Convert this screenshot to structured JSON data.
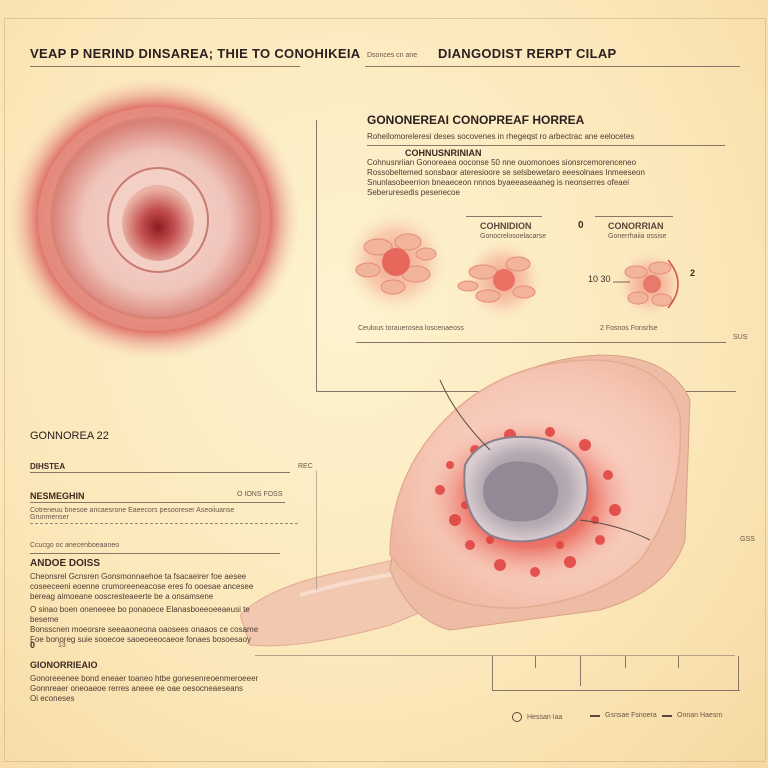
{
  "header": {
    "left_title": "VEAP P NERIND DINSAREA; THIE TO CONOHIKEIA",
    "right_small": "Dsonces cn ane",
    "right_title": "DIANGODIST RERPT CILAP"
  },
  "right_panel": {
    "title": "GONONEREAI CONOPREAF HORREA",
    "intro": "Roheilomoreleresi deses socovenes in rhegeqst ro arbectrac ane eelocetes",
    "subhead": "COHNUSNRINIAN",
    "para_lines": [
      "Cohnusnriian Gonoreaea ooconse 50 nne ouomonoes sionsrcemorenceneo",
      "Rossobeltemed sonsbaor ateresioore se selsbewetaro eeesolnaes Inmeeseon",
      "Snunlasobeerrion bneaeceon nnnos byaeeaseaaneg is neonserres ofeaei",
      "Seberuresedis pesenecoe"
    ],
    "figures": [
      {
        "title": "",
        "caption": ""
      },
      {
        "title": "COHNIDION",
        "caption": "Gonocrelosoelacarse"
      },
      {
        "title": "CONORRIAN",
        "caption": "Gonerrhaiia ossise"
      }
    ],
    "fig_marker": "0",
    "fig_marker2": "10  30",
    "fig_marker3": "2",
    "footnote_left": "Ceulous torauerosea loscenaeoss",
    "footnote_right": "2  Fosnos Fonsrlse",
    "footnote_far": "SUS"
  },
  "left_panel": {
    "title": "GONNOREA 22",
    "label_a": "DIHSTEA",
    "label_a_right": "REC",
    "label_b": "NESMEGHIN",
    "label_b_right": "O IONS FOSS",
    "line_b": "Cotreneuu bnesoe ancaesrone Eaeecors pesooreser Aseoiiuanse Grunmenser",
    "line_c": "Ccucgo oc anecenboeaaneo",
    "section": "ANDOE DOISS",
    "para1": [
      "Cheonsrel Gcnsren Gonsmonnaehoe ta fsacaeirer foe aesee",
      "coseeceeni eoenne crumoreeneacose eres fo ooesae ancesee",
      "bereag aimoeane ooscresteaeerte be a onsamsene"
    ],
    "para2": [
      "O sinao boen oneneeee bo ponaoece Elanasboeeoeeaeusi te beseme",
      "Bonsscnen moeorsre seeaaoneona oaosees onaaos ce cosame",
      "Foe bonoreg suie sooecoe saoeoeeocaeoe fonaes bosoesaoy"
    ],
    "marker": "0",
    "marker_val": "13",
    "section2": "GIONORRIEAIO",
    "para3": [
      "Gonoreeenee bond eneaer toaneo htbe gonesenreoenmeroeeer",
      "Gonnreaer oneoaeoe rerres aneee ee oae oesocneaeseans",
      "Oi econeses"
    ]
  },
  "bottom_legend": {
    "items": [
      "Hessan Iaa",
      "Gsnsae Fsnoera",
      "Onnan Haesrn"
    ]
  },
  "right_scale_label": "GSS"
}
